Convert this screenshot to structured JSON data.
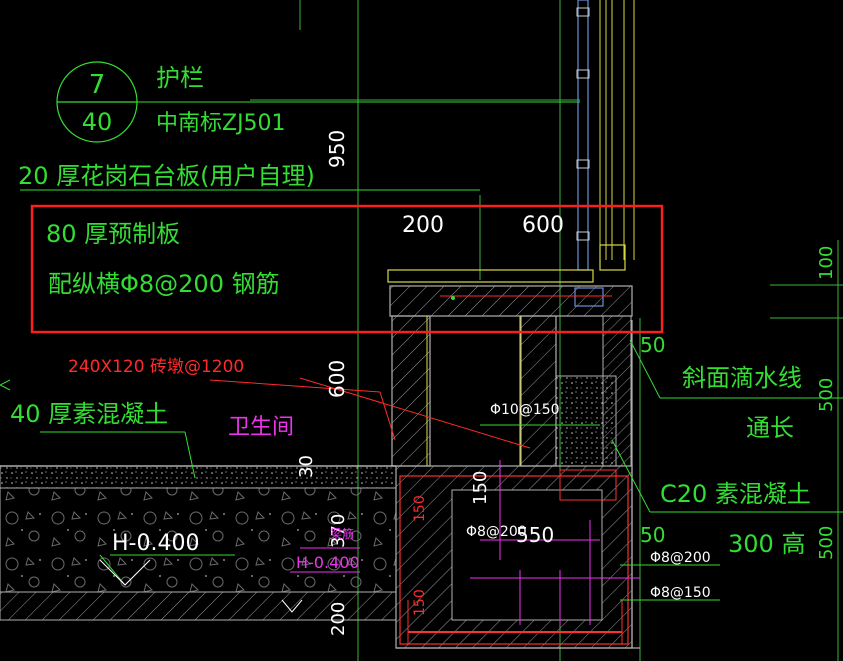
{
  "colors": {
    "background": "#000000",
    "annotation_green": "#33dd33",
    "dimension_white": "#ffffff",
    "highlight_red": "#ff2a2a",
    "rebar_magenta": "#ee33ee",
    "structure_grey": "#b0b0b0",
    "axis_green": "#3cb43c"
  },
  "detail_marker": {
    "top": "7",
    "bottom": "40"
  },
  "labels": {
    "railing": "护栏",
    "railing_ref": "中南标ZJ501",
    "granite_slab": "20 厚花岗石台板(用户自理)",
    "precast_slab": "80 厚预制板",
    "slab_rebar": "配纵横Φ8@200  钢筋",
    "brick_pier": "240X120  砖墩@1200",
    "plain_concrete_layer": "40 厚素混凝土",
    "bathroom": "卫生间",
    "drip_line": "斜面滴水线",
    "drip_line_extent": "通长",
    "c20_concrete": "C20  素混凝土",
    "c20_height": "300  高",
    "elevation_1": "H-0.400",
    "elevation_2": "H-0.400",
    "rebar_phi10": "Φ10@150",
    "rebar_phi8_200_a": "Φ8@200",
    "rebar_phi8_200_b": "Φ8@200",
    "rebar_phi8_150": "Φ8@150",
    "dim_550": "550",
    "beam_label": "梁筋"
  },
  "dimensions": {
    "d950": "950",
    "d200": "200",
    "d600_top": "600",
    "d600_left": "600",
    "d100": "100",
    "d50_a": "50",
    "d50_b": "50",
    "d500_a": "500",
    "d500_b": "500",
    "d30": "30",
    "d150_a": "150",
    "d150_b": "150",
    "d150_c": "150",
    "d370": "370",
    "d200_bottom": "200"
  }
}
